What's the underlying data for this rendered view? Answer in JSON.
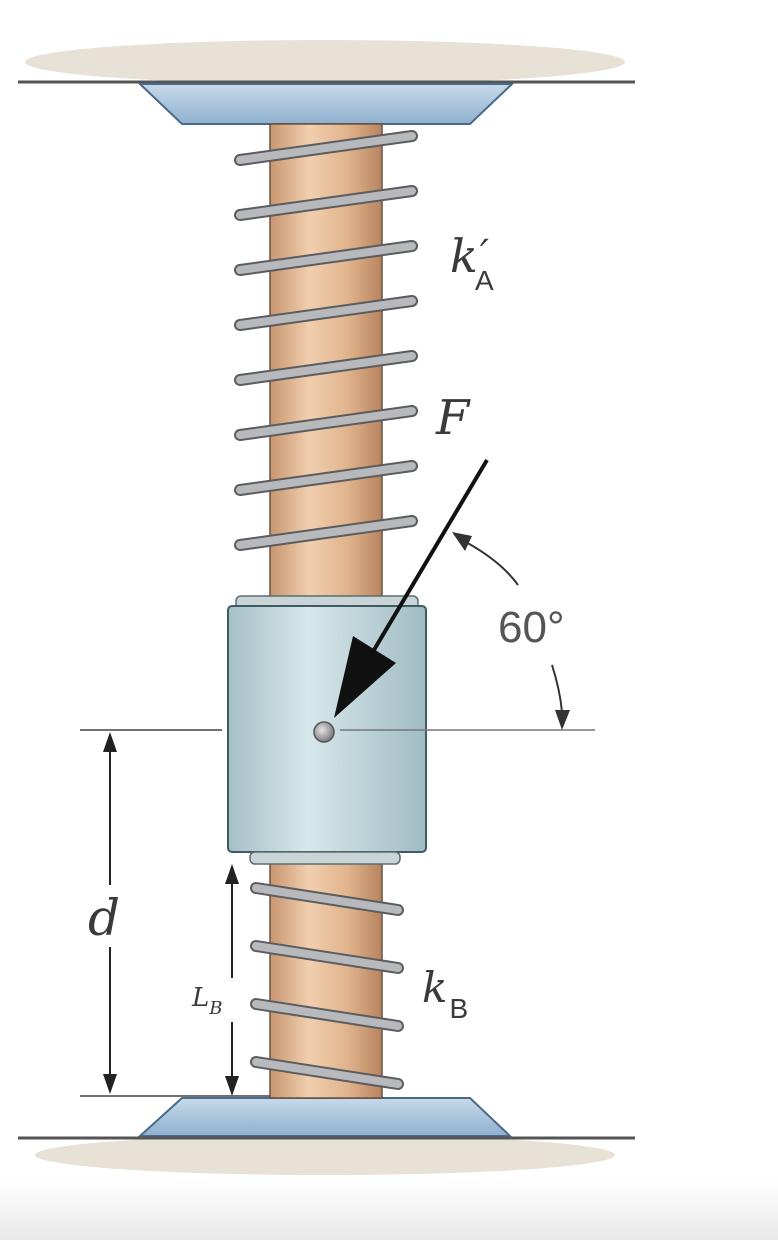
{
  "labels": {
    "spring_a_main": "k",
    "spring_a_prime": "′",
    "spring_a_sub": "A",
    "force": "F",
    "angle": "60°",
    "distance": "d",
    "length_main": "L",
    "length_sub": "B",
    "spring_b_main": "k",
    "spring_b_sub": "B"
  },
  "colors": {
    "plate_fill": "#a8c3dc",
    "plate_edge": "#4b6a88",
    "rod_fill": "#dfb38e",
    "rod_edge": "#6b5140",
    "coil": "#b7b9bd",
    "coil_edge": "#5a5c60",
    "collar_fill": "#b9d1d6",
    "collar_edge": "#3e5a63",
    "arrow": "#111111",
    "dim_line": "#222222"
  }
}
